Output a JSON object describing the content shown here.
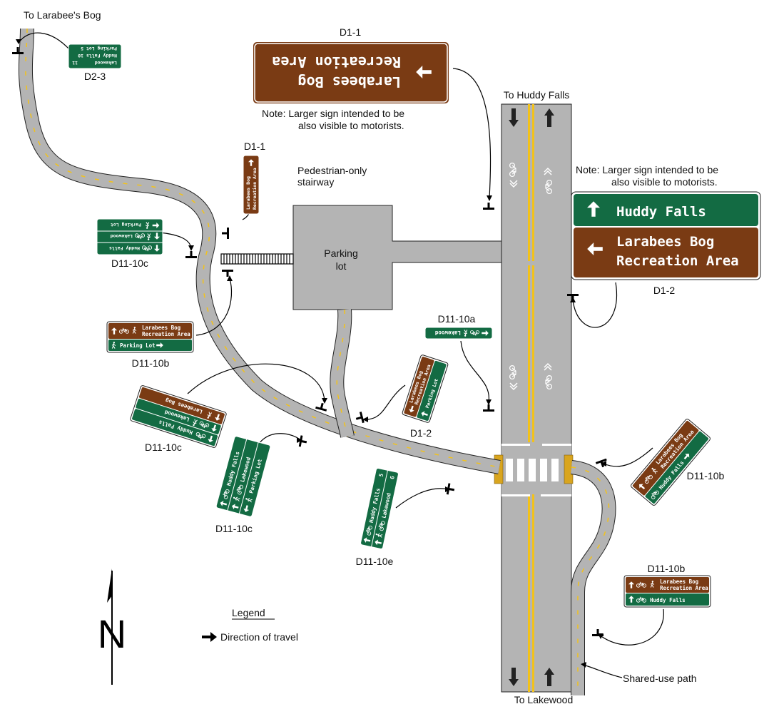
{
  "labels": {
    "to_larabees_bog": "To Larabee's Bog",
    "to_huddy_falls": "To Huddy Falls",
    "to_lakewood": "To Lakewood",
    "parking_lot_1": "Parking",
    "parking_lot_2": "lot",
    "ped_stair_1": "Pedestrian-only",
    "ped_stair_2": "stairway",
    "shared_use_path": "Shared-use path",
    "note_top_1": "Note:  Larger sign intended to be",
    "note_top_2": "also visible to motorists.",
    "note_right_1": "Note:  Larger sign intended to be",
    "note_right_2": "also visible to motorists.",
    "legend_title": "Legend",
    "legend_item": "Direction of travel",
    "north": "N"
  },
  "sign_codes": {
    "d2_3": "D2-3",
    "d1_1_top": "D1-1",
    "d1_1_small": "D1-1",
    "d1_2_right": "D1-2",
    "d1_2_small": "D1-2",
    "d11_10c_left": "D11-10c",
    "d11_10b_left": "D11-10b",
    "d11_10a": "D11-10a",
    "d11_10c_mid": "D11-10c",
    "d11_10c_bottom": "D11-10c",
    "d11_10e": "D11-10e",
    "d11_10b_right": "D11-10b",
    "d11_10b_bottom": "D11-10b"
  },
  "sign_text": {
    "larabees_bog": "Larabees Bog",
    "recreation_area": "Recreation Area",
    "huddy_falls": "Huddy Falls",
    "parking_lot": "Parking Lot",
    "lakewood": "Lakewood",
    "d2_3_line1": "Lakewood",
    "d2_3_line2": "Huddy Falls   10",
    "d2_3_line3": "Parking Lot    5",
    "d2_3_num1": "11",
    "d11_10e_num1": "5",
    "d11_10e_num2": "6"
  },
  "colors": {
    "road_gray": "#b4b4b4",
    "path_gray": "#b4b4b4",
    "center_yellow": "#f2c21b",
    "sign_green": "#136b43",
    "sign_brown": "#7a3b14",
    "crosswalk_yellow": "#d9a51e"
  },
  "icons": [
    "bicycle-icon",
    "pedestrian-icon",
    "arrow-icon",
    "north-arrow-icon",
    "sign-post-icon"
  ]
}
